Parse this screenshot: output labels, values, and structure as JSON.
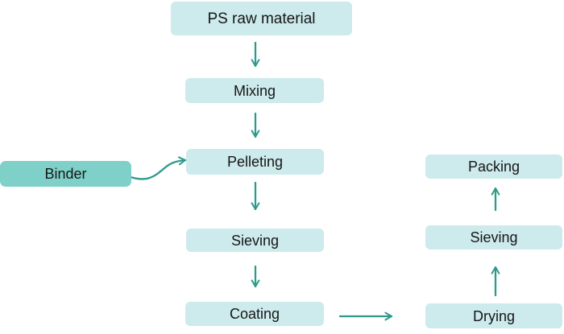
{
  "diagram": {
    "nodes": [
      {
        "id": "ps-raw-material",
        "label": "PS raw material"
      },
      {
        "id": "mixing",
        "label": "Mixing"
      },
      {
        "id": "pelleting",
        "label": "Pelleting"
      },
      {
        "id": "binder",
        "label": "Binder"
      },
      {
        "id": "sieving-left",
        "label": "Sieving"
      },
      {
        "id": "coating",
        "label": "Coating"
      },
      {
        "id": "drying",
        "label": "Drying"
      },
      {
        "id": "sieving-right",
        "label": "Sieving"
      },
      {
        "id": "packing",
        "label": "Packing"
      }
    ],
    "edges": [
      {
        "from": "PS raw material",
        "to": "Mixing",
        "direction": "down"
      },
      {
        "from": "Mixing",
        "to": "Pelleting",
        "direction": "down"
      },
      {
        "from": "Binder",
        "to": "Pelleting",
        "direction": "curved-right"
      },
      {
        "from": "Pelleting",
        "to": "Sieving",
        "direction": "down"
      },
      {
        "from": "Sieving",
        "to": "Coating",
        "direction": "down"
      },
      {
        "from": "Coating",
        "to": "Drying",
        "direction": "right"
      },
      {
        "from": "Drying",
        "to": "Sieving",
        "direction": "up"
      },
      {
        "from": "Sieving",
        "to": "Packing",
        "direction": "up"
      }
    ],
    "colors": {
      "node_fill": "#cdeaec",
      "binder_fill": "#7fd0c8",
      "arrow": "#2e9a8d",
      "text": "#161616",
      "background": "#ffffff"
    }
  }
}
